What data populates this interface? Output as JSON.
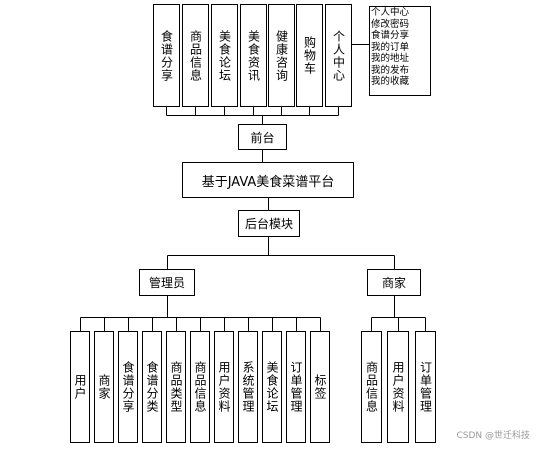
{
  "platform": "基于JAVA美食菜谱平台",
  "frontend": {
    "label": "前台",
    "modules": [
      "食谱分享",
      "商品信息",
      "美食论坛",
      "美食资讯",
      "健康咨询",
      "购物车",
      "个人中心"
    ],
    "personal_center_items": [
      "个人中心",
      "修改密码",
      "食谱分享",
      "我的订单",
      "我的地址",
      "我的发布",
      "我的收藏"
    ]
  },
  "backend": {
    "label": "后台模块",
    "admin": {
      "label": "管理员",
      "modules": [
        "用户",
        "商家",
        "食谱分享",
        "食谱分类",
        "商品类型",
        "商品信息",
        "用户资料",
        "系统管理",
        "美食论坛",
        "订单管理",
        "标签"
      ]
    },
    "merchant": {
      "label": "商家",
      "modules": [
        "商品信息",
        "用户资料",
        "订单管理"
      ]
    }
  },
  "watermark": "CSDN @世迁科技"
}
